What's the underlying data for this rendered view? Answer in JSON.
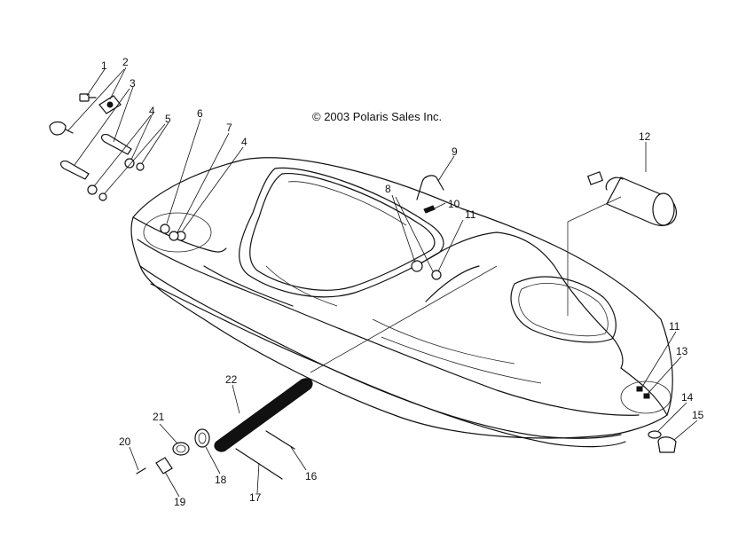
{
  "copyright": "© 2003 Polaris Sales Inc.",
  "callouts": [
    "1",
    "2",
    "3",
    "4",
    "5",
    "6",
    "7",
    "4",
    "8",
    "9",
    "10",
    "11",
    "12",
    "11",
    "13",
    "14",
    "15",
    "16",
    "17",
    "18",
    "19",
    "20",
    "21",
    "22"
  ]
}
